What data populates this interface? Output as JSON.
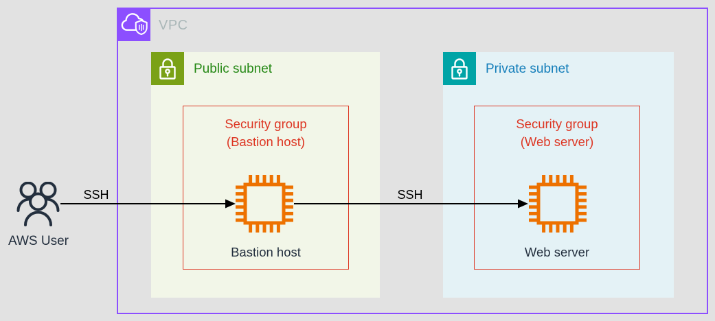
{
  "diagram_type": "aws-architecture",
  "vpc": {
    "label": "VPC"
  },
  "public_subnet": {
    "label": "Public subnet"
  },
  "private_subnet": {
    "label": "Private subnet"
  },
  "security_groups": {
    "bastion": {
      "line1": "Security group",
      "line2": "(Bastion host)"
    },
    "web": {
      "line1": "Security group",
      "line2": "(Web server)"
    }
  },
  "nodes": {
    "aws_user": {
      "label": "AWS User"
    },
    "bastion_host": {
      "label": "Bastion host"
    },
    "web_server": {
      "label": "Web server"
    }
  },
  "connections": [
    {
      "from": "AWS User",
      "to": "Bastion host",
      "label": "SSH"
    },
    {
      "from": "Bastion host",
      "to": "Web server",
      "label": "SSH"
    }
  ],
  "colors": {
    "canvas_bg": "#E2E2E2",
    "vpc_border": "#8C4FFF",
    "vpc_icon_bg": "#8C4FFF",
    "vpc_label": "#AAB7B8",
    "public_icon_bg": "#7AA116",
    "public_text": "#248814",
    "public_bg": "#F2F6E8",
    "private_icon_bg": "#00A4A6",
    "private_text": "#147EBA",
    "private_bg": "#E4F2F6",
    "sg_border": "#DD3522",
    "instance_orange": "#ED7100",
    "text_dark": "#232F3E",
    "arrow": "#000000"
  }
}
